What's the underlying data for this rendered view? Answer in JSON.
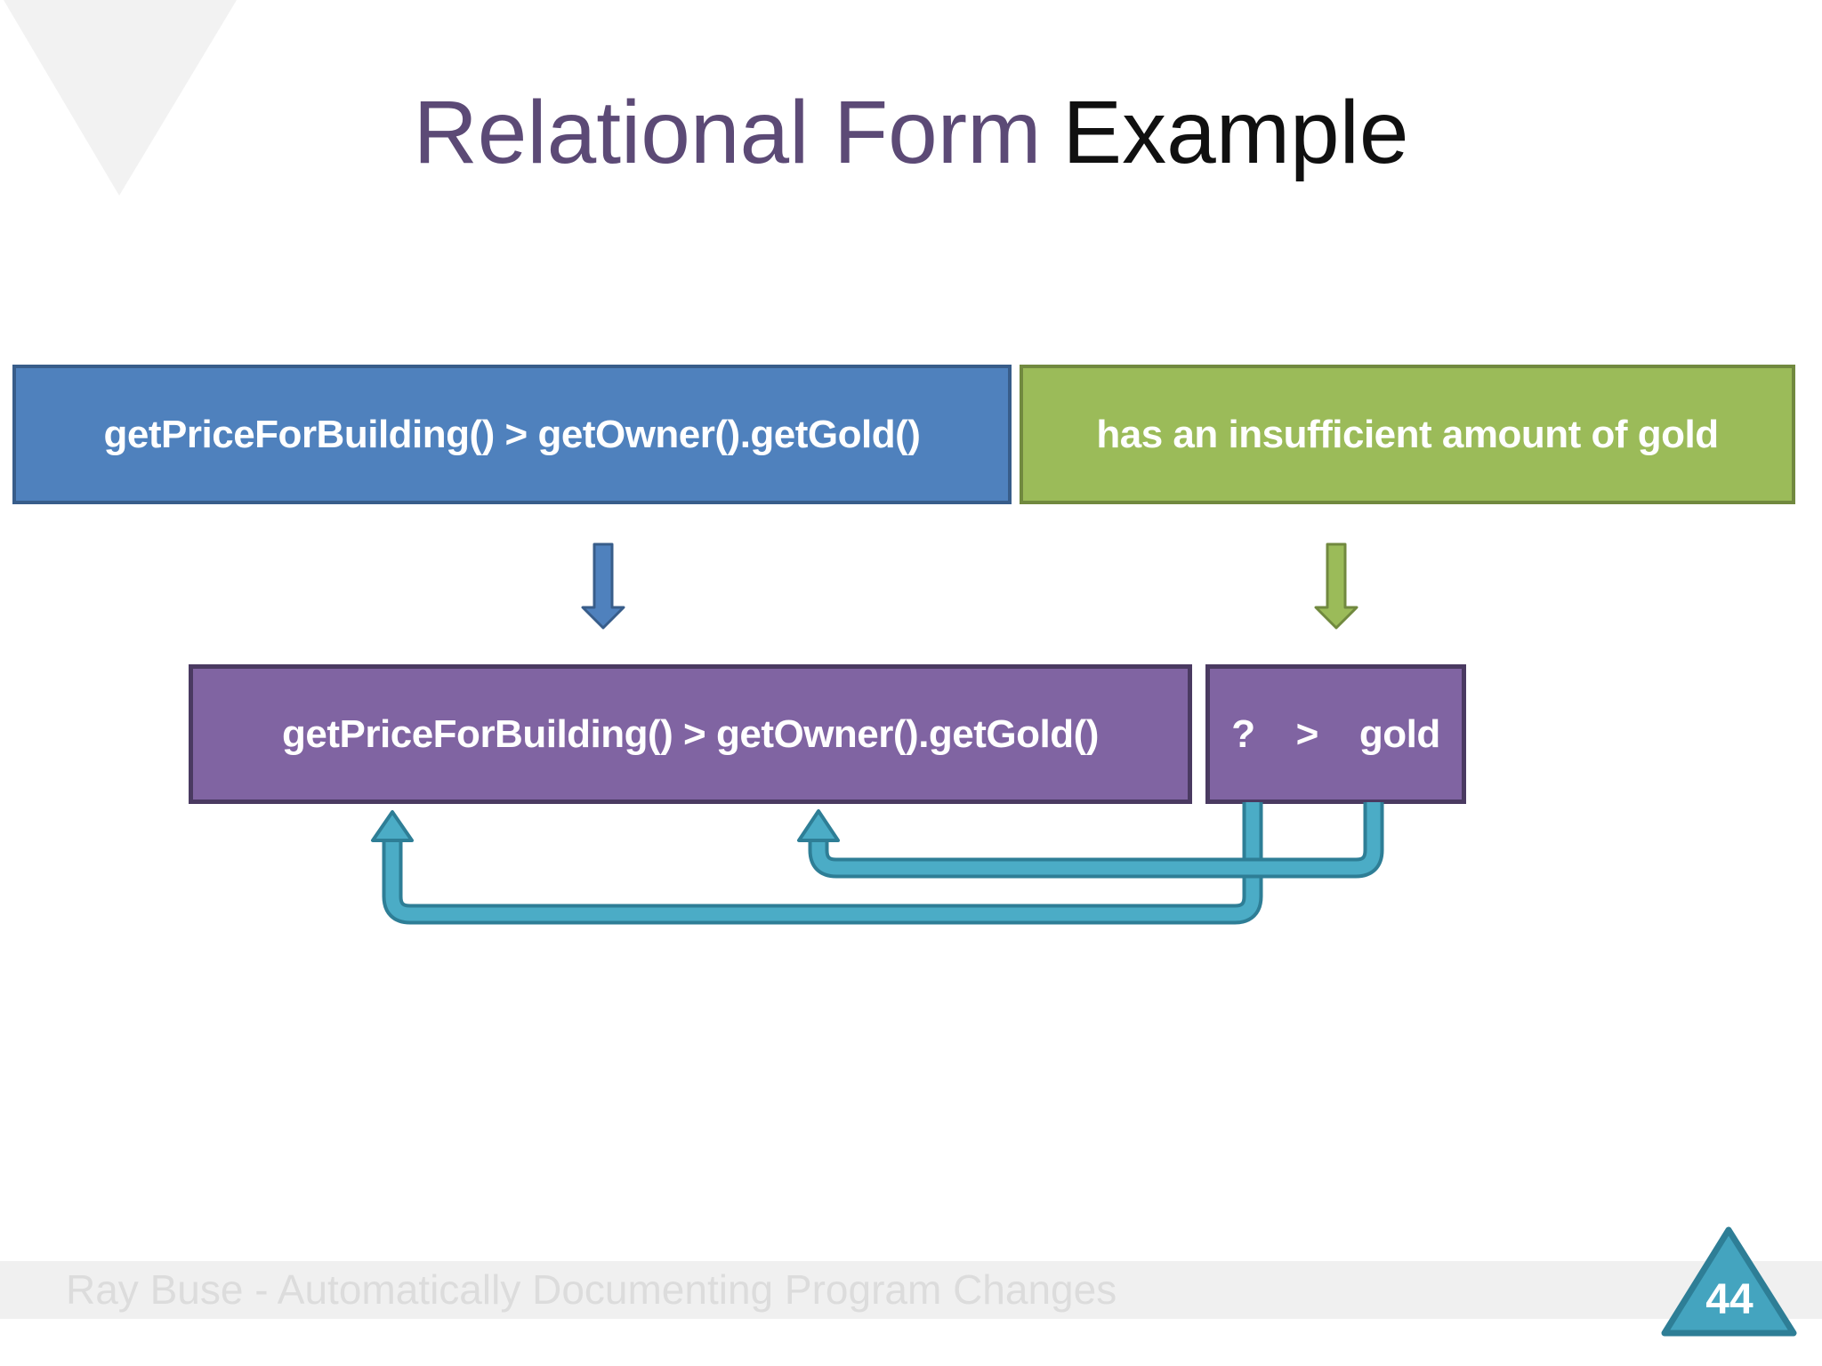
{
  "title": {
    "primary": "Relational Form",
    "secondary": "Example"
  },
  "top_row": {
    "code_box_label": "getPriceForBuilding() > getOwner().getGold()",
    "summary_box_label": "has an insufficient amount of gold"
  },
  "bottom_row": {
    "code_box_label": "getPriceForBuilding() > getOwner().getGold()",
    "pattern_box": {
      "placeholder": "?",
      "operator": ">",
      "operand": "gold"
    }
  },
  "footer": {
    "credit": "Ray Buse - Automatically Documenting Program Changes",
    "page_number": "44"
  },
  "icons": {
    "blue_down_arrow": "down-arrow",
    "green_down_arrow": "down-arrow",
    "outer_loop_arrow": "bent-up-arrow",
    "inner_loop_arrow": "bent-up-arrow",
    "corner_triangle": "decorative-triangle",
    "page_number_triangle": "page-number-triangle"
  },
  "colors": {
    "title_accent": "#5C4A76",
    "title_secondary": "#101010",
    "blue_fill": "#4F81BD",
    "blue_border": "#385D8A",
    "green_fill": "#9BBB59",
    "green_border": "#71893F",
    "purple_fill": "#8064A2",
    "purple_border": "#4A3A61",
    "teal_fill": "#4BACC6",
    "teal_border": "#2E7E96",
    "footer_band": "#F0F0F0",
    "footer_text": "#DCDCDC",
    "corner_triangle": "#F2F2F2",
    "box_text": "#FFFFFF"
  }
}
